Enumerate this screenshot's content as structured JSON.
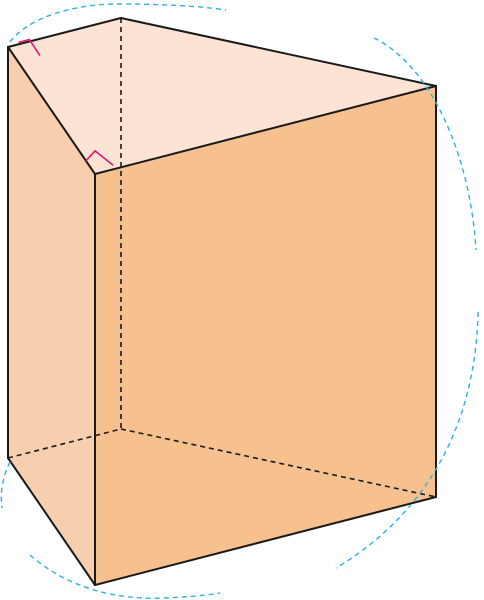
{
  "figure": {
    "description_type": "geometry-diagram",
    "shape": "right triangular prism",
    "colors": {
      "top_face": "#fce3d4",
      "left_face": "#f8cfae",
      "front_face": "#f7c08f",
      "edge": "#1a1a1a",
      "hidden_edge": "#1a1a1a",
      "right_angle_marker": "#e0196f",
      "arc": "#2bb3dd"
    },
    "right_angle_markers": 2,
    "hidden_edges": 3,
    "arcs": 6
  }
}
